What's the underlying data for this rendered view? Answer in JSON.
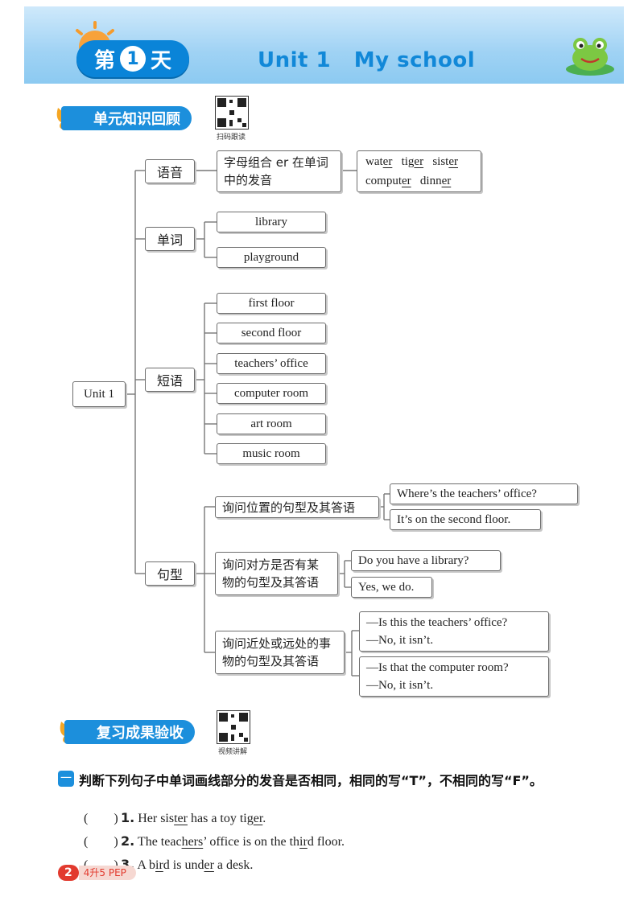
{
  "header": {
    "day_prefix": "第",
    "day_number": "1",
    "day_suffix": "天",
    "title": "Unit 1   My school"
  },
  "section1": {
    "title": "单元知识回顾",
    "qr_caption": "扫码跟读"
  },
  "section2": {
    "title": "复习成果验收",
    "qr_caption": "视频讲解"
  },
  "mindmap": {
    "root": "Unit 1",
    "categories": {
      "pronunciation": "语音",
      "words": "单词",
      "phrases": "短语",
      "sentences": "句型"
    },
    "pronunciation_desc": [
      "字母组合 er 在单词",
      "中的发音"
    ],
    "pronunciation_examples_row1": {
      "w1a": "wat",
      "w1b": "er",
      "w2a": "tig",
      "w2b": "er",
      "w3a": "sist",
      "w3b": "er"
    },
    "pronunciation_examples_row2": {
      "w4a": "comput",
      "w4b": "er",
      "w5a": "dinn",
      "w5b": "er"
    },
    "words": [
      "library",
      "playground"
    ],
    "phrases": [
      "first floor",
      "second floor",
      "teachers’ office",
      "computer room",
      "art room",
      "music room"
    ],
    "sentence_groups": [
      {
        "desc": [
          "询问位置的句型及其答语"
        ],
        "lines": [
          "Where’s the teachers’ office?",
          "It’s on the second floor."
        ]
      },
      {
        "desc": [
          "询问对方是否有某",
          "物的句型及其答语"
        ],
        "lines": [
          "Do you have a library?",
          "Yes, we do."
        ]
      },
      {
        "desc": [
          "询问近处或远处的事",
          "物的句型及其答语"
        ],
        "lines": [
          "—Is this the teachers’ office?",
          "—No, it isn’t.",
          "—Is that the computer room?",
          "—No, it isn’t."
        ]
      }
    ]
  },
  "exercise": {
    "mark": "一",
    "title": "判断下列句子中单词画线部分的发音是否相同，相同的写“T”，不相同的写“F”。",
    "paren": "(　　)",
    "q1": {
      "num": "1.",
      "a": " Her sis",
      "b": "ter",
      "c": " has a toy tig",
      "d": "er",
      "e": "."
    },
    "q2": {
      "num": "2.",
      "a": " The teac",
      "b": "hers",
      "c": "’ office is on the th",
      "d": "ir",
      "e": "d floor."
    },
    "q3": {
      "num": "3.",
      "a": " A b",
      "b": "ir",
      "c": "d is und",
      "d": "er",
      "e": " a desk."
    }
  },
  "footer": {
    "page": "2",
    "label": "4升5 PEP"
  }
}
